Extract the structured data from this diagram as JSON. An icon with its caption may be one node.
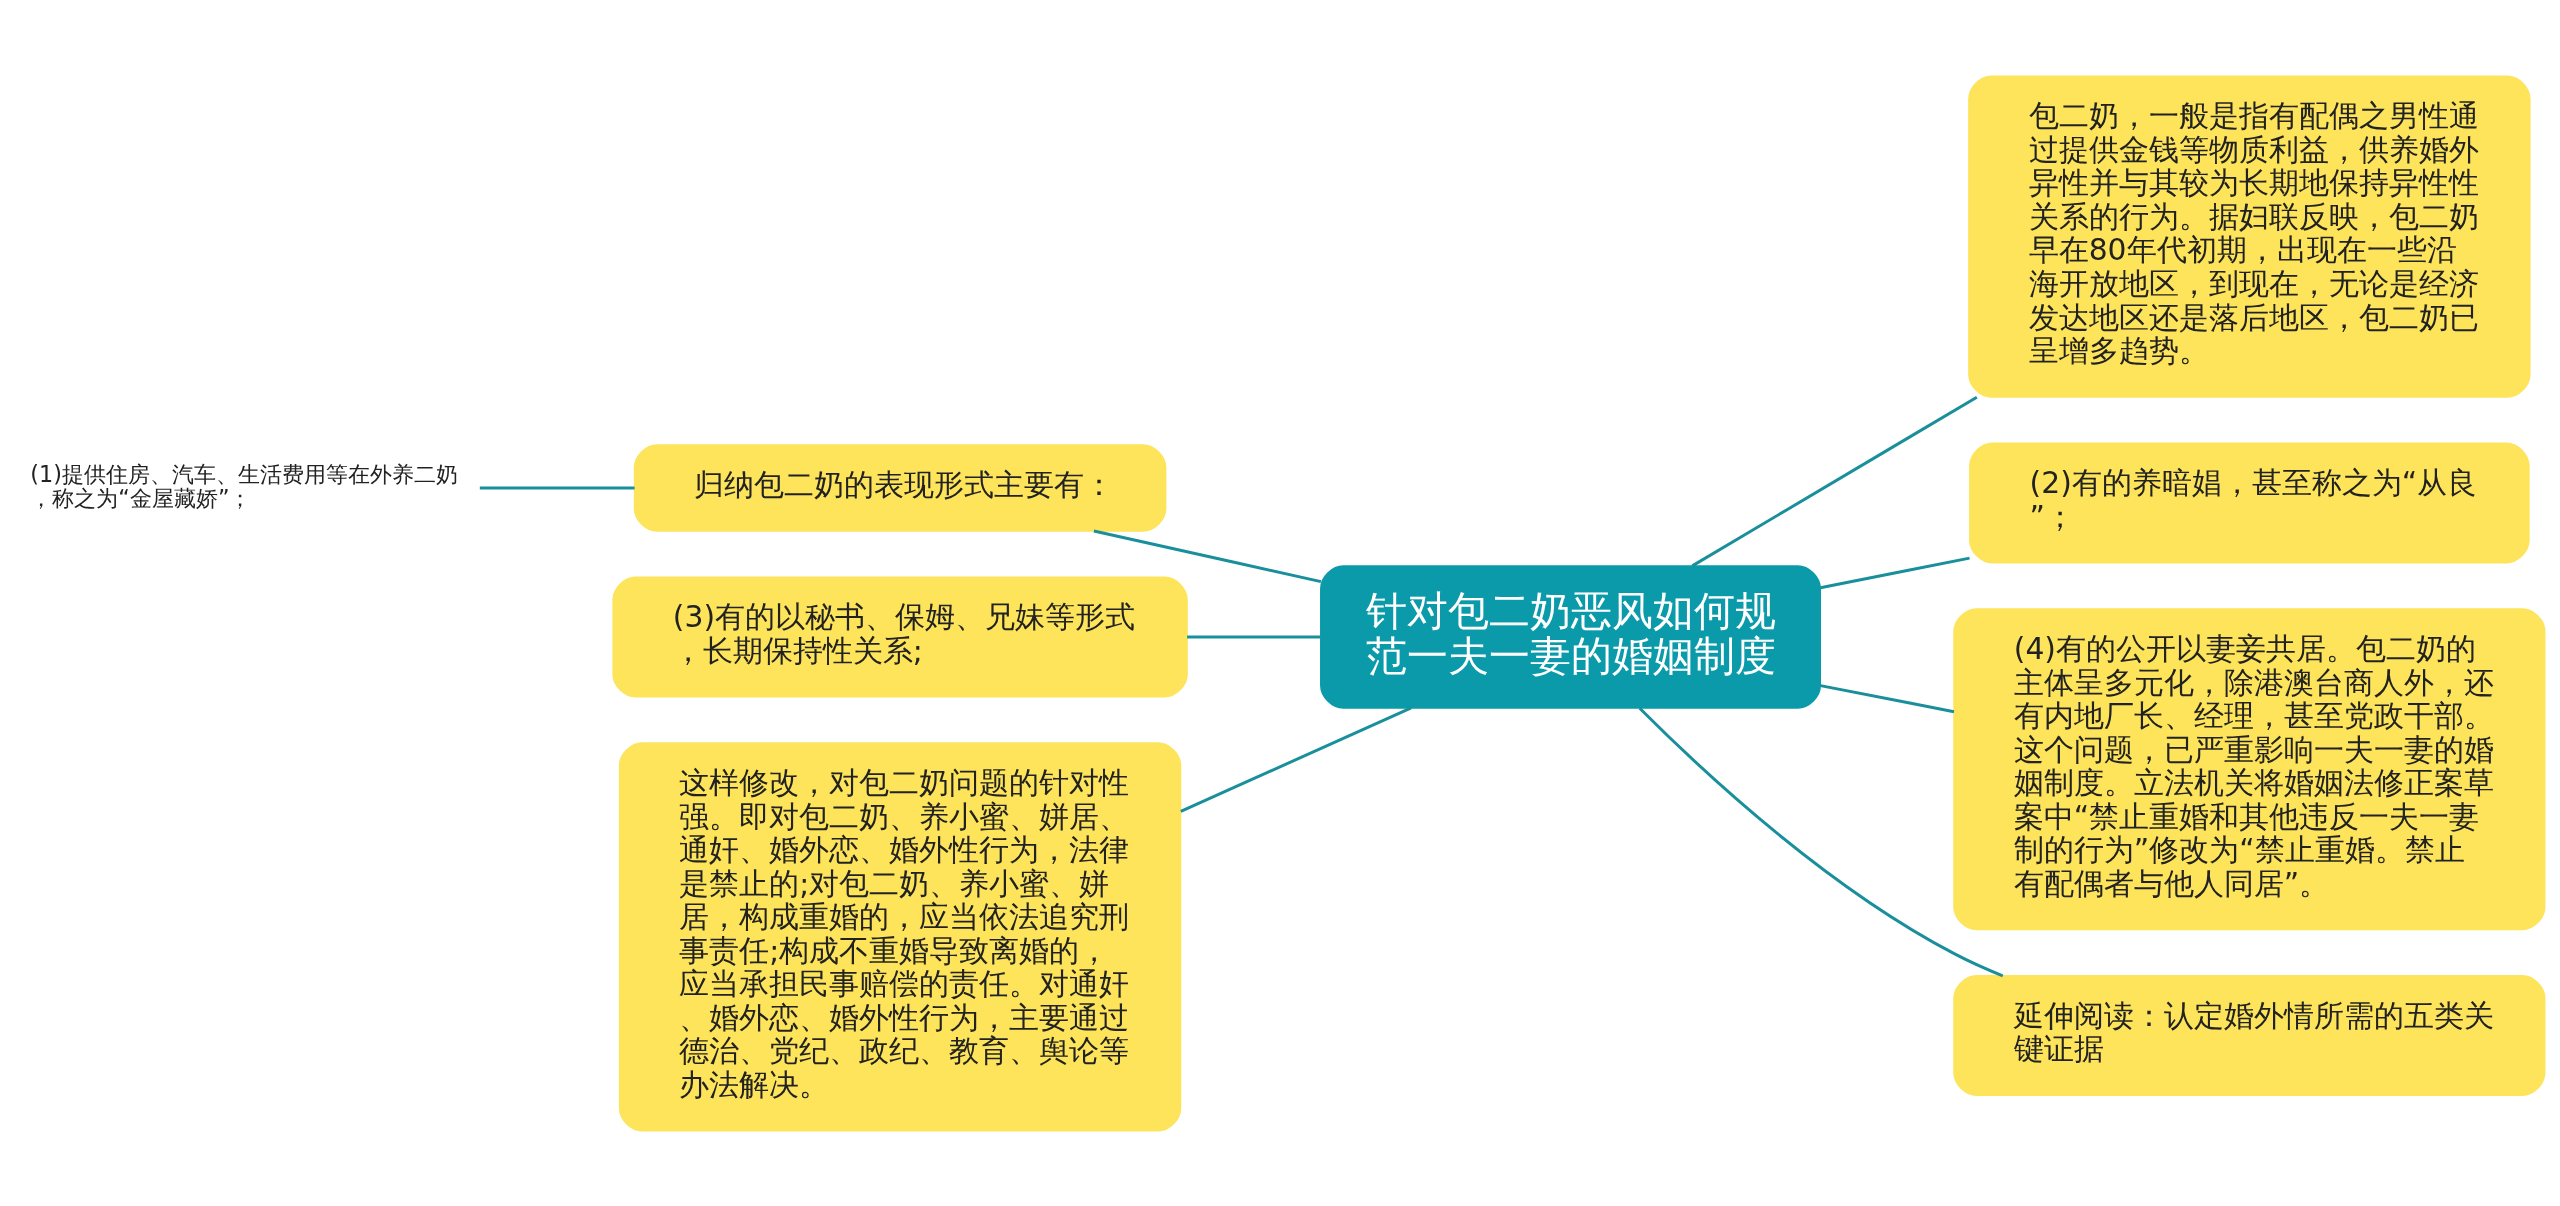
{
  "diagram": {
    "nodes": [
      {
        "text": [
          "针对包二奶恶风如何规范一夫一妻的婚姻制度"
        ]
      },
      {
        "text": [
          "归纳包二奶的表现形式主要有："
        ]
      },
      {
        "text": [
          "(1)提供住房、汽车、生活费用等在外养二奶，称之为“金屋藏娇”；"
        ]
      },
      {
        "text": [
          "(3)有的以秘书、保姆、兄妹等形式，长期保持性关系;"
        ]
      },
      {
        "text": [
          "这样修改，对包二奶问题的针对性强。即对包二奶、养小蜜、姘居、通奸、婚外恋、婚外性行为，法律是禁止的;对包二奶、养小蜜、姘居，构成重婚的，应当依法追究刑事责任;构成不重婚导致离婚的，应当承担民事赔偿的责任。对通奸、婚外恋、婚外性行为，主要通过德治、党纪、政纪、教育、舆论等办法解决。"
        ]
      },
      {
        "text": [
          "包二奶，一般是指有配偶之男性通过提供金钱等物质利益，供养婚外异性并与其较为长期地保持异性性关系的行为。据妇联反映，包二奶早在80年代初期，出现在一些沿海开放地区，到现在，无论是经济发达地区还是落后地区，包二奶已呈增多趋势。"
        ]
      },
      {
        "text": [
          "(2)有的养暗娼，甚至称之为“从良”；"
        ]
      },
      {
        "text": [
          "(4)有的公开以妻妾共居。包二奶的主体呈多元化，除港澳台商人外，还有内地厂长、经理，甚至党政干部。这个问题，已严重影响一夫一妻的婚姻制度。立法机关将婚姻法修正案草案中“禁止重婚和其他违反一夫一妻制的行为”修改为“禁止重婚。禁止有配偶者与他人同居”。"
        ]
      },
      {
        "text": [
          "延伸阅读：认定婚外情所需的五类关键证据"
        ]
      }
    ],
    "edges": [
      {
        "from": 0,
        "to": 1,
        "arrow": "none"
      },
      {
        "from": 1,
        "to": 2,
        "arrow": "none"
      },
      {
        "from": 0,
        "to": 3,
        "arrow": "none"
      },
      {
        "from": 0,
        "to": 4,
        "arrow": "none"
      },
      {
        "from": 0,
        "to": 5,
        "arrow": "none"
      },
      {
        "from": 0,
        "to": 6,
        "arrow": "none"
      },
      {
        "from": 0,
        "to": 7,
        "arrow": "none"
      },
      {
        "from": 0,
        "to": 8,
        "arrow": "none"
      }
    ]
  }
}
